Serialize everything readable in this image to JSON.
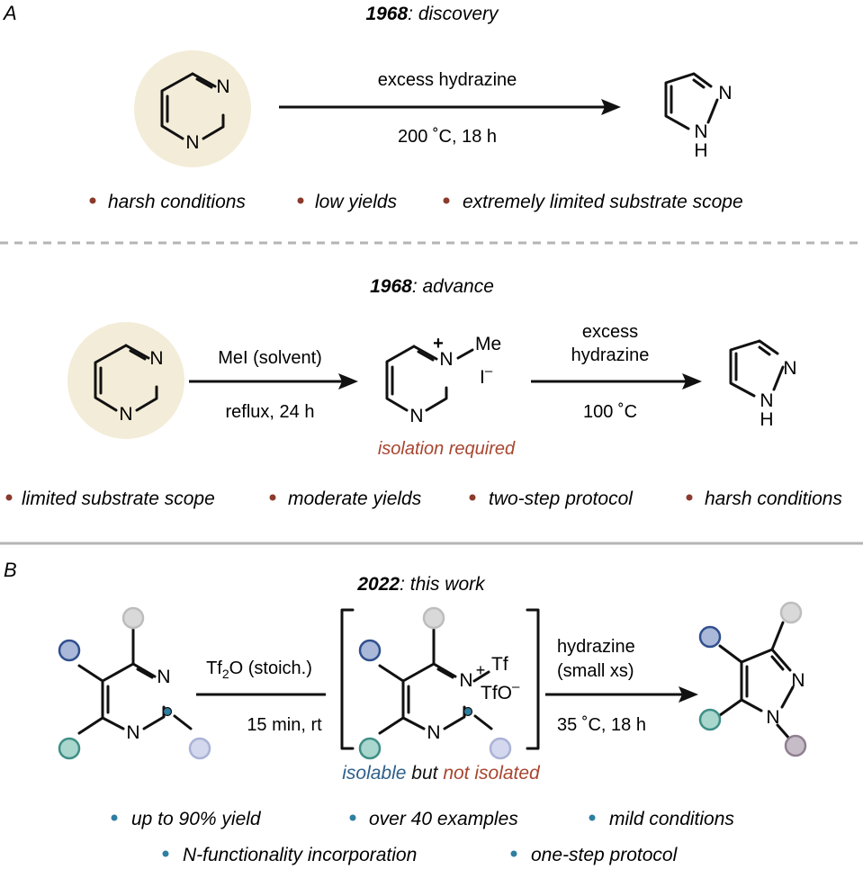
{
  "colors": {
    "bullet_red": "#8b3a2b",
    "bullet_blue": "#2e7ea1",
    "isolable_blue": "#2e5f8a",
    "red_text": "#a8452f",
    "beige_circle": "#f3ecd8",
    "subst_navy": "#2f4f8e",
    "subst_teal": "#3e8f86",
    "subst_gray": "#bdbdbd",
    "subst_lavender": "#aab2d6",
    "subst_mauve": "#8f7f8f",
    "divider": "#b5b5b5"
  },
  "sectionA": {
    "label": "A",
    "title_year": "1968",
    "title_rest": ": discovery",
    "arrow_top": "excess hydrazine",
    "arrow_bottom": "200 ˚C, 18 h",
    "bullets": [
      "harsh conditions",
      "low yields",
      "extremely limited substrate scope"
    ]
  },
  "sectionA2": {
    "title_year": "1968",
    "title_rest": ": advance",
    "arrow1_top": "MeI (solvent)",
    "arrow1_bottom": "reflux, 24 h",
    "arrow2_top_line1": "excess",
    "arrow2_top_line2": "hydrazine",
    "arrow2_bottom": "100 ˚C",
    "me_label": "Me",
    "iodide": "I",
    "iodide_charge": "–",
    "plus": "+",
    "isolation_note": "isolation required",
    "bullets": [
      "limited substrate scope",
      "moderate yields",
      "two-step protocol",
      "harsh conditions"
    ]
  },
  "sectionB": {
    "label": "B",
    "title_year": "2022",
    "title_rest": ": this work",
    "arrow1_top_pre": "Tf",
    "arrow1_top_sub": "2",
    "arrow1_top_post": "O (stoich.)",
    "arrow1_bottom": "15 min, rt",
    "tf_label": "Tf",
    "tfo_label": "TfO",
    "tfo_charge": "–",
    "plus": "+",
    "arrow2_top_line1": "hydrazine",
    "arrow2_top_line2": "(small xs)",
    "arrow2_bottom": "35 ˚C, 18 h",
    "isolable": "isolable",
    "but": " but ",
    "not_isolated": "not isolated",
    "bullets_row1": [
      "up to 90% yield",
      "over 40 examples",
      "mild conditions"
    ],
    "bullets_row2": [
      "N-functionality incorporation",
      "one-step protocol"
    ]
  },
  "atoms": {
    "N": "N",
    "H": "H"
  }
}
